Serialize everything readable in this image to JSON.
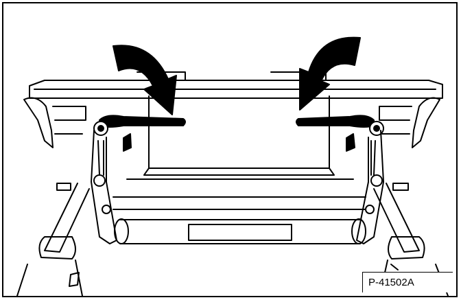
{
  "figure": {
    "id_label": "P-41502A",
    "line_color": "#000000",
    "background": "#ffffff"
  },
  "arrows": [
    {
      "name": "left-rotate-arrow",
      "direction": "clockwise-down"
    },
    {
      "name": "right-rotate-arrow",
      "direction": "counterclockwise-down"
    }
  ]
}
